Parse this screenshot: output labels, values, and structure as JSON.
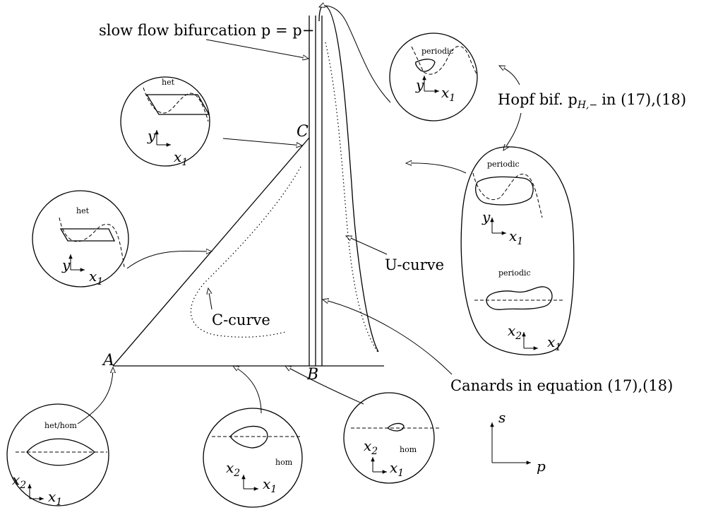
{
  "labels": {
    "slow_flow": "slow flow bifurcation p = p−",
    "hopf": "Hopf bif. p",
    "hopf_sub": "H,−",
    "hopf_tail": "in (17),(18)",
    "u_curve": "U-curve",
    "c_curve": "C-curve",
    "canards": "Canards in equation (17),(18)",
    "point_a": "A",
    "point_b": "B",
    "point_c": "C"
  },
  "insets": {
    "het_top": "het",
    "het_mid": "het",
    "periodic_top": "periodic",
    "periodic_right_1": "periodic",
    "periodic_right_2": "periodic",
    "het_hom": "het/hom",
    "hom_mid": "hom",
    "hom_right": "hom"
  },
  "axes": {
    "y": "y",
    "x": "x",
    "x2": "x",
    "sub1": "1",
    "sub2": "2",
    "s": "s",
    "p": "p"
  }
}
